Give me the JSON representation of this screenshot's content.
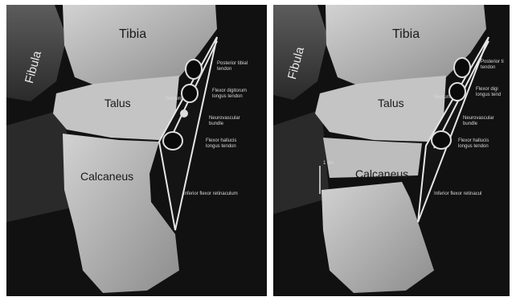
{
  "left_panel": {
    "labels": {
      "fibula": "Fibula",
      "tibia": "Tibia",
      "talus": "Talus",
      "calcaneus": "Calcaneus",
      "septum": "Septum",
      "posterior_tibial_line1": "Posterior tibial",
      "posterior_tibial_line2": "tendon",
      "fdl_line1": "Flexor digitorum",
      "fdl_line2": "longus tendon",
      "nv_line1": "Neurovascular",
      "nv_line2": "bundle",
      "fhl_line1": "Flexor hallucis",
      "fhl_line2": "longus tendon",
      "retinaculum": "Inferior flexor retinaculum"
    }
  },
  "right_panel": {
    "labels": {
      "fibula": "Fibula",
      "tibia": "Tibia",
      "talus": "Talus",
      "calcaneus": "Calcaneus",
      "septum": "Septum",
      "posterior_tibial_line1": "Posterior ti",
      "posterior_tibial_line2": "tendon",
      "fdl_line1": "Flexor digi",
      "fdl_line2": "longus tend",
      "nv_line1": "Neurovascular",
      "nv_line2": "bundle",
      "fhl_line1": "Flexor hallucis",
      "fhl_line2": "longus tendon",
      "retinaculum": "Inferior flexor retinacul",
      "scale": "1 cm"
    }
  },
  "colors": {
    "background": "#0b0b0b",
    "bone": "#b9b9b9",
    "bone_dark": "#8e8e8e",
    "tendon": "#0a0a0a",
    "retinaculum": "#e6e6e6"
  }
}
